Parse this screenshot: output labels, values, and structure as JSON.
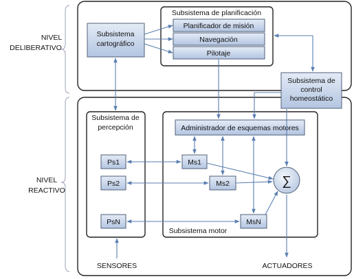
{
  "levels": {
    "deliberativo": [
      "NIVEL",
      "DELIBERATIVO"
    ],
    "reactivo": [
      "NIVEL",
      "REACTIVO"
    ]
  },
  "subsistemas": {
    "planificacion": "Subsistema de planificación",
    "cartografico": [
      "Subsistema",
      "cartográfico"
    ],
    "homeostatico": [
      "Subsistema de",
      "control",
      "homeostático"
    ],
    "percepcion": [
      "Subsistema de",
      "percepción"
    ],
    "motor": "Subsistema motor"
  },
  "modulos": {
    "planificador": "Planificador de misión",
    "navegacion": "Navegación",
    "pilotaje": "Pilotaje",
    "administrador": "Administrador de esquemas motores"
  },
  "percepcion_items": [
    "Ps1",
    "Ps2",
    "PsN"
  ],
  "motor_items": [
    "Ms1",
    "Ms2",
    "MsN"
  ],
  "sum_symbol": "∑",
  "io": {
    "sensores": "SENSORES",
    "actuadores": "ACTUADORES"
  },
  "colors": {
    "block_fill_top": "#e4ebf6",
    "block_fill_bottom": "#b3c5e1",
    "arrow": "#5a7fb0",
    "border": "#222222"
  }
}
